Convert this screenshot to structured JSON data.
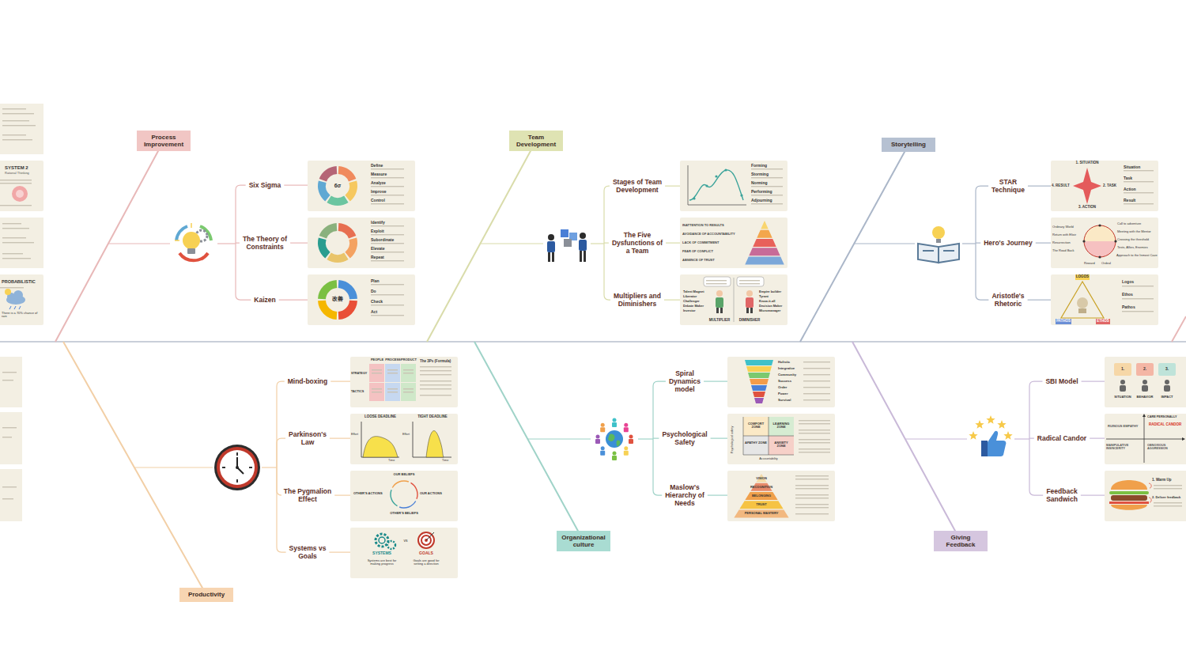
{
  "diagram": {
    "nodes": [
      {
        "text": [
          "SYSTEM 2",
          "Rational Thinking"
        ]
      },
      {
        "text": [
          "PROBABILISTIC",
          "There is a 70% chance of rain"
        ]
      },
      {
        "text": [
          "Process Improvement"
        ]
      },
      {
        "text": [
          "Six Sigma"
        ]
      },
      {
        "text": [
          "The Theory of Constraints"
        ]
      },
      {
        "text": [
          "Kaizen"
        ]
      },
      {
        "text": [
          "6σ",
          "Define",
          "Measure",
          "Analyze",
          "Improve",
          "Control"
        ]
      },
      {
        "text": [
          "Identify",
          "Exploit",
          "Subordinate",
          "Elevate",
          "Repeat"
        ]
      },
      {
        "text": [
          "改善",
          "Plan",
          "Do",
          "Check",
          "Act"
        ]
      },
      {
        "text": [
          "Team Development"
        ]
      },
      {
        "text": [
          "Stages of Team Development"
        ]
      },
      {
        "text": [
          "The Five Dysfunctions of a Team"
        ]
      },
      {
        "text": [
          "Multipliers and Diminishers"
        ]
      },
      {
        "text": [
          "Forming",
          "Storming",
          "Norming",
          "Performing",
          "Adjourning"
        ]
      },
      {
        "text": [
          "INATTENTION TO RESULTS",
          "AVOIDANCE OF ACCOUNTABILITY",
          "LACK OF COMMITMENT",
          "FEAR OF CONFLICT",
          "ABSENCE OF TRUST"
        ]
      },
      {
        "text": [
          "MULTIPLIER",
          "DIMINISHER",
          "Talent Magnet",
          "Liberator",
          "Challenger",
          "Debate Maker",
          "Investor",
          "Empire builder",
          "Tyrant",
          "Know-it-all",
          "Decision Maker",
          "Micromanager"
        ]
      },
      {
        "text": [
          "Storytelling"
        ]
      },
      {
        "text": [
          "STAR Technique"
        ]
      },
      {
        "text": [
          "Hero's Journey"
        ]
      },
      {
        "text": [
          "Aristotle's Rhetoric"
        ]
      },
      {
        "text": [
          "1. SITUATION",
          "2. TASK",
          "3. ACTION",
          "4. RESULT",
          "Situation",
          "Task",
          "Action",
          "Result"
        ]
      },
      {
        "text": [
          "Ordinary World",
          "Return with Elixir",
          "Resurrection",
          "The Road Back",
          "Call to adventure",
          "Meeting with the Mentor",
          "Crossing the threshold",
          "Tests, Allies, Enemies",
          "Approach to the Inmost Cave",
          "Ordeal",
          "Reward"
        ]
      },
      {
        "text": [
          "LOGOS",
          "PATHOS",
          "ETHOS",
          "Logos",
          "Ethos",
          "Pathos"
        ]
      },
      {
        "text": [
          "Productivity"
        ]
      },
      {
        "text": [
          "Mind-boxing"
        ]
      },
      {
        "text": [
          "Parkinson's Law"
        ]
      },
      {
        "text": [
          "The Pygmalion Effect"
        ]
      },
      {
        "text": [
          "Systems vs Goals"
        ]
      },
      {
        "text": [
          "PEOPLE",
          "PROCESS",
          "PRODUCT",
          "STRATEGY",
          "TACTICS",
          "The 3Ps (Formula)"
        ]
      },
      {
        "text": [
          "LOOSE DEADLINE",
          "TIGHT DEADLINE",
          "Effort",
          "Time",
          "Effort",
          "Time"
        ]
      },
      {
        "text": [
          "OUR BELIEFS",
          "OUR ACTIONS",
          "OTHER'S BELIEFS",
          "OTHER'S ACTIONS"
        ]
      },
      {
        "text": [
          "SYSTEMS",
          "vs",
          "GOALS",
          "Systems are best for making progress",
          "Goals are good for setting a direction"
        ]
      },
      {
        "text": [
          "Organizational culture"
        ]
      },
      {
        "text": [
          "Spiral Dynamics model"
        ]
      },
      {
        "text": [
          "Psychological Safety"
        ]
      },
      {
        "text": [
          "Maslow's Hierarchy of Needs"
        ]
      },
      {
        "text": [
          "Holistic",
          "Integrative",
          "Community",
          "Success",
          "Order",
          "Power",
          "Survival"
        ]
      },
      {
        "text": [
          "COMFORT ZONE",
          "LEARNING ZONE",
          "APATHY ZONE",
          "ANXIETY ZONE",
          "Psychological safety",
          "Accountability"
        ]
      },
      {
        "text": [
          "VISION",
          "RECOGNITION",
          "BELONGING",
          "TRUST",
          "PERSONAL MASTERY"
        ]
      },
      {
        "text": [
          "Giving Feedback"
        ]
      },
      {
        "text": [
          "SBI Model"
        ]
      },
      {
        "text": [
          "Radical Candor"
        ]
      },
      {
        "text": [
          "Feedback Sandwich"
        ]
      },
      {
        "text": [
          "1.",
          "2.",
          "3.",
          "SITUATION",
          "BEHAVIOR",
          "IMPACT"
        ]
      },
      {
        "text": [
          "CARE PERSONALLY",
          "RUINOUS EMPATHY",
          "RADICAL CANDOR",
          "MANIPULATIVE INSINCERITY",
          "OBNOXIOUS AGGRESSION"
        ]
      },
      {
        "text": [
          "1. Warm Up",
          "2. Deliver feedback"
        ]
      }
    ],
    "edges": [
      {
        "from": 3,
        "to": 6,
        "arrow": "none"
      },
      {
        "from": 4,
        "to": 7,
        "arrow": "none"
      },
      {
        "from": 5,
        "to": 8,
        "arrow": "none"
      },
      {
        "from": 10,
        "to": 13,
        "arrow": "none"
      },
      {
        "from": 11,
        "to": 14,
        "arrow": "none"
      },
      {
        "from": 12,
        "to": 15,
        "arrow": "none"
      },
      {
        "from": 17,
        "to": 20,
        "arrow": "none"
      },
      {
        "from": 18,
        "to": 21,
        "arrow": "none"
      },
      {
        "from": 19,
        "to": 22,
        "arrow": "none"
      },
      {
        "from": 24,
        "to": 28,
        "arrow": "none"
      },
      {
        "from": 25,
        "to": 29,
        "arrow": "none"
      },
      {
        "from": 26,
        "to": 30,
        "arrow": "none"
      },
      {
        "from": 27,
        "to": 31,
        "arrow": "none"
      },
      {
        "from": 33,
        "to": 36,
        "arrow": "none"
      },
      {
        "from": 34,
        "to": 37,
        "arrow": "none"
      },
      {
        "from": 35,
        "to": 38,
        "arrow": "none"
      },
      {
        "from": 40,
        "to": 43,
        "arrow": "none"
      },
      {
        "from": 41,
        "to": 44,
        "arrow": "none"
      },
      {
        "from": 42,
        "to": 45,
        "arrow": "none"
      }
    ]
  }
}
